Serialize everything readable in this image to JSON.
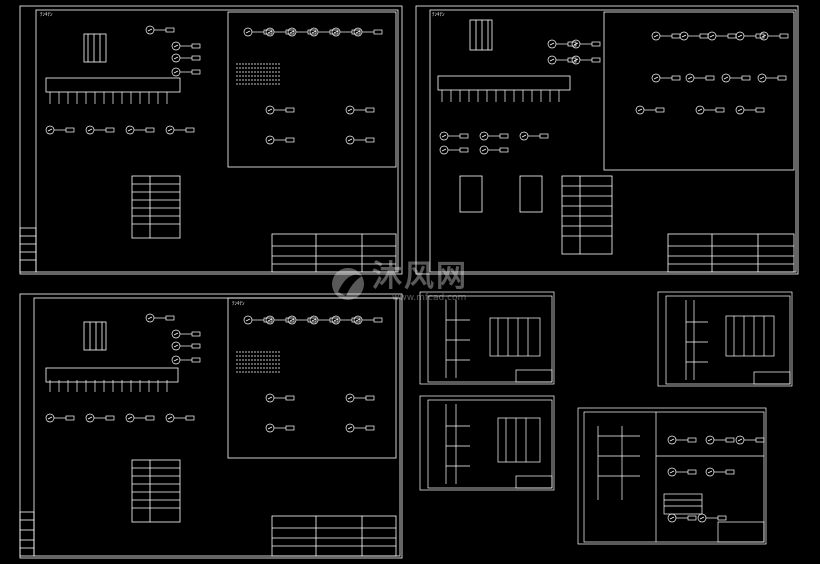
{
  "colors": {
    "background": "#000000",
    "line": "#ffffff"
  },
  "watermark": {
    "brand": "沐风网",
    "url": "www.mfcad.com"
  },
  "sheets": [
    {
      "id": "A",
      "label_tl": "ﾃﾝｷﾃﾝ"
    },
    {
      "id": "B",
      "label_tl": "ﾃﾝｷﾃﾝ"
    },
    {
      "id": "C",
      "label_tl": "ﾃﾝｷﾃﾝ"
    },
    {
      "id": "D",
      "label_tl": ""
    },
    {
      "id": "E",
      "label_tl": ""
    },
    {
      "id": "F",
      "label_tl": ""
    },
    {
      "id": "G",
      "label_tl": ""
    }
  ]
}
